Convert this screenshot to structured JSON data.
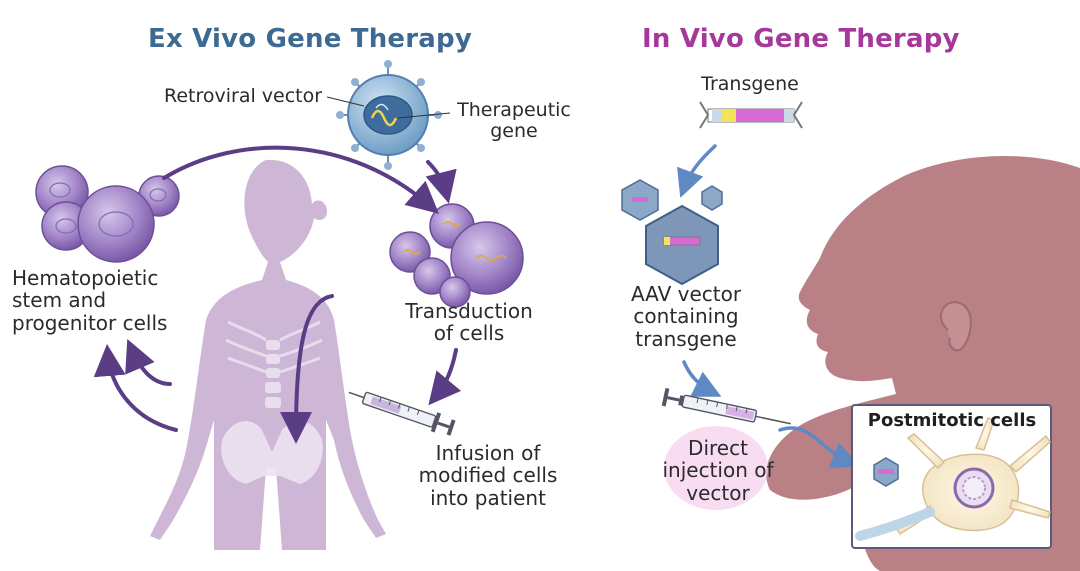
{
  "colors": {
    "ex_vivo_title": "#3d6a93",
    "in_vivo_title": "#a7389b",
    "arrow_purple": "#5b3d86",
    "arrow_blue": "#5f89c3",
    "child_body": "#cdb6d6",
    "baby_skin": "#b98185",
    "cell_fill": "#a286c9",
    "label_text": "#2b2b2b",
    "highlight_pink": "#f5d2ee"
  },
  "ex_vivo": {
    "title": "Ex Vivo Gene Therapy",
    "retroviral_vector": "Retroviral vector",
    "therapeutic_gene": [
      "Therapeutic",
      "gene"
    ],
    "hsc_label": [
      "Hematopoietic",
      "stem and",
      "progenitor cells"
    ],
    "transduction": [
      "Transduction",
      "of cells"
    ],
    "infusion": [
      "Infusion of",
      "modified cells",
      "into patient"
    ]
  },
  "in_vivo": {
    "title": "In Vivo Gene Therapy",
    "transgene": "Transgene",
    "aav": [
      "AAV vector",
      "containing",
      "transgene"
    ],
    "direct": [
      "Direct",
      "injection of",
      "vector"
    ],
    "postmitotic": "Postmitotic cells"
  },
  "icons": [
    "retrovirus-icon",
    "stem-cell-icon",
    "syringe-icon",
    "aav-capsid-icon",
    "transgene-dna-icon",
    "neuron-icon",
    "child-silhouette",
    "baby-silhouette"
  ]
}
